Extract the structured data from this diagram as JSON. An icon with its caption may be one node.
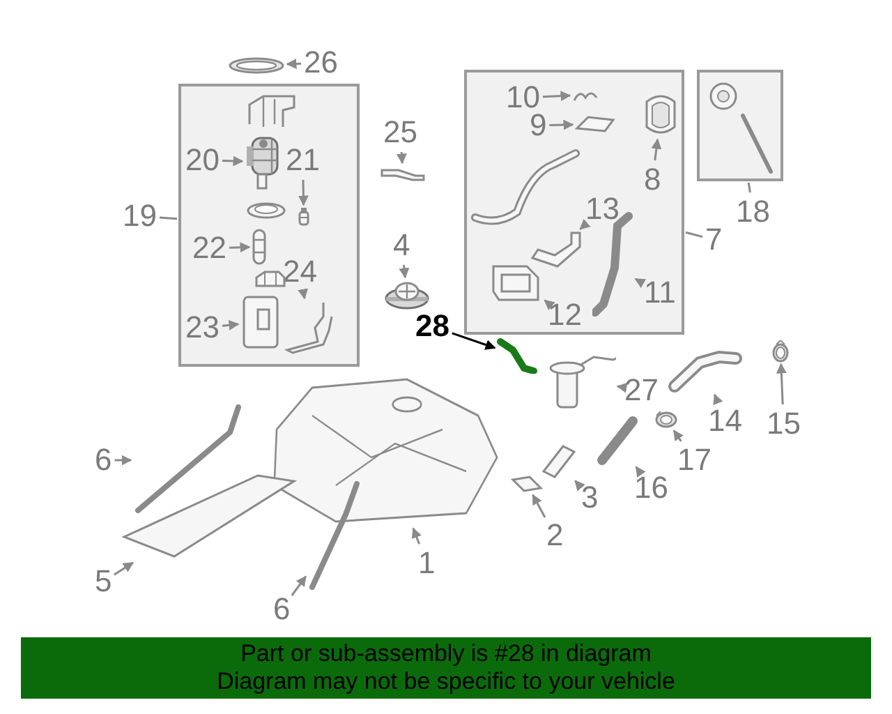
{
  "diagram": {
    "nodes": [
      {
        "text": [
          "26"
        ]
      },
      {
        "text": [],
        "shape": "picture"
      },
      {
        "text": [],
        "shape": "box"
      },
      {
        "text": [
          "19"
        ]
      },
      {
        "text": [
          "20"
        ],
        "in": 2
      },
      {
        "text": [],
        "shape": "picture",
        "in": 2
      },
      {
        "text": [
          "21"
        ],
        "in": 2
      },
      {
        "text": [],
        "shape": "picture",
        "in": 2
      },
      {
        "text": [
          "22"
        ],
        "in": 2
      },
      {
        "text": [],
        "shape": "picture",
        "in": 2
      },
      {
        "text": [
          "23"
        ],
        "in": 2
      },
      {
        "text": [],
        "shape": "picture",
        "in": 2
      },
      {
        "text": [
          "24"
        ],
        "in": 2
      },
      {
        "text": [],
        "shape": "picture",
        "in": 2
      },
      {
        "text": [
          "25"
        ]
      },
      {
        "text": [],
        "shape": "picture"
      },
      {
        "text": [
          "4"
        ]
      },
      {
        "text": [],
        "shape": "picture"
      },
      {
        "text": [],
        "shape": "box"
      },
      {
        "text": [
          "7"
        ]
      },
      {
        "text": [
          "10"
        ],
        "in": 18
      },
      {
        "text": [],
        "shape": "picture",
        "in": 18
      },
      {
        "text": [
          "9"
        ],
        "in": 18
      },
      {
        "text": [],
        "shape": "picture",
        "in": 18
      },
      {
        "text": [
          "8"
        ],
        "in": 18
      },
      {
        "text": [],
        "shape": "picture",
        "in": 18
      },
      {
        "text": [
          "13"
        ],
        "in": 18
      },
      {
        "text": [],
        "shape": "picture",
        "in": 18
      },
      {
        "text": [
          "12"
        ],
        "in": 18
      },
      {
        "text": [],
        "shape": "picture",
        "in": 18
      },
      {
        "text": [
          "11"
        ],
        "in": 18
      },
      {
        "text": [],
        "shape": "picture",
        "in": 18
      },
      {
        "text": [],
        "shape": "box"
      },
      {
        "text": [
          "18"
        ]
      },
      {
        "text": [
          "28"
        ]
      },
      {
        "text": [],
        "shape": "picture"
      },
      {
        "text": [
          "27"
        ]
      },
      {
        "text": [],
        "shape": "picture"
      },
      {
        "text": [
          "14"
        ]
      },
      {
        "text": [],
        "shape": "picture"
      },
      {
        "text": [
          "15"
        ]
      },
      {
        "text": [],
        "shape": "picture"
      },
      {
        "text": [
          "17"
        ]
      },
      {
        "text": [],
        "shape": "picture"
      },
      {
        "text": [
          "16"
        ]
      },
      {
        "text": [],
        "shape": "picture"
      },
      {
        "text": [
          "3"
        ]
      },
      {
        "text": [],
        "shape": "picture"
      },
      {
        "text": [
          "2"
        ]
      },
      {
        "text": [],
        "shape": "picture"
      },
      {
        "text": [
          "1"
        ]
      },
      {
        "text": [],
        "shape": "picture"
      },
      {
        "text": [
          "6"
        ]
      },
      {
        "text": [],
        "shape": "picture"
      },
      {
        "text": [
          "5"
        ]
      },
      {
        "text": [],
        "shape": "picture"
      },
      {
        "text": [
          "6"
        ]
      },
      {
        "text": [],
        "shape": "picture"
      }
    ],
    "edges": [
      {
        "from": 0,
        "to": 1,
        "arrow": "to"
      },
      {
        "from": 3,
        "to": 2,
        "arrow": "none"
      },
      {
        "from": 4,
        "to": 5,
        "arrow": "to"
      },
      {
        "from": 6,
        "to": 7,
        "arrow": "to"
      },
      {
        "from": 8,
        "to": 9,
        "arrow": "to"
      },
      {
        "from": 10,
        "to": 11,
        "arrow": "to"
      },
      {
        "from": 12,
        "to": 13,
        "arrow": "to"
      },
      {
        "from": 14,
        "to": 15,
        "arrow": "to"
      },
      {
        "from": 16,
        "to": 17,
        "arrow": "to"
      },
      {
        "from": 19,
        "to": 18,
        "arrow": "none"
      },
      {
        "from": 20,
        "to": 21,
        "arrow": "to"
      },
      {
        "from": 22,
        "to": 23,
        "arrow": "to"
      },
      {
        "from": 24,
        "to": 25,
        "arrow": "to"
      },
      {
        "from": 26,
        "to": 27,
        "arrow": "to"
      },
      {
        "from": 28,
        "to": 29,
        "arrow": "to"
      },
      {
        "from": 30,
        "to": 31,
        "arrow": "to"
      },
      {
        "from": 33,
        "to": 32,
        "arrow": "none"
      },
      {
        "from": 34,
        "to": 35,
        "arrow": "to",
        "color": "#000000"
      },
      {
        "from": 36,
        "to": 37,
        "arrow": "to"
      },
      {
        "from": 38,
        "to": 39,
        "arrow": "to"
      },
      {
        "from": 40,
        "to": 41,
        "arrow": "to"
      },
      {
        "from": 42,
        "to": 43,
        "arrow": "to"
      },
      {
        "from": 44,
        "to": 45,
        "arrow": "to"
      },
      {
        "from": 46,
        "to": 47,
        "arrow": "to"
      },
      {
        "from": 48,
        "to": 49,
        "arrow": "to"
      },
      {
        "from": 50,
        "to": 51,
        "arrow": "to"
      },
      {
        "from": 52,
        "to": 53,
        "arrow": "to"
      },
      {
        "from": 54,
        "to": 55,
        "arrow": "to"
      },
      {
        "from": 56,
        "to": 57,
        "arrow": "to"
      }
    ],
    "labels": [
      "Part or sub-assembly is #28 in diagram",
      "Diagram may not be specific to your vehicle"
    ]
  }
}
